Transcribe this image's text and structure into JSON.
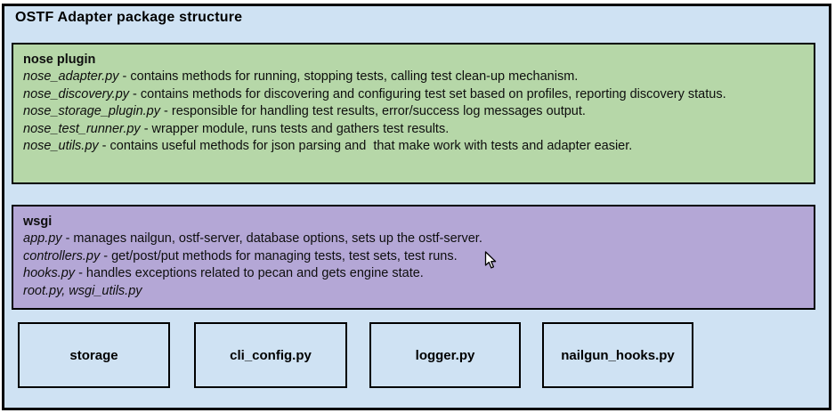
{
  "diagram": {
    "title": "OSTF Adapter package structure",
    "colors": {
      "outer_background": "#cfe2f3",
      "nose_plugin_box": "#b6d7a8",
      "wsgi_box": "#b4a7d6",
      "border": "#000000"
    },
    "nose_plugin": {
      "title": "nose plugin",
      "lines": [
        {
          "file": "nose_adapter.py",
          "desc": " - contains methods for running, stopping tests, calling test clean-up mechanism."
        },
        {
          "file": "nose_discovery.py",
          "desc": " - contains methods for discovering and configuring test set based on profiles, reporting discovery status."
        },
        {
          "file": "nose_storage_plugin.py",
          "desc": " - responsible for handling test results, error/success log messages output."
        },
        {
          "file": "nose_test_runner.py",
          "desc": " - wrapper module, runs tests and gathers test results."
        },
        {
          "file": "nose_utils.py",
          "desc": " - contains useful methods for json parsing and  that make work with tests and adapter easier."
        }
      ]
    },
    "wsgi": {
      "title": "wsgi",
      "lines": [
        {
          "file": "app.py",
          "desc": " - manages nailgun, ostf-server, database options, sets up the ostf-server."
        },
        {
          "file": "controllers.py",
          "desc": " - get/post/put methods for managing tests, test sets, test runs."
        },
        {
          "file": "hooks.py",
          "desc": " - handles exceptions related to pecan and gets engine state."
        },
        {
          "file": "root.py, wsgi_utils.py",
          "desc": ""
        }
      ]
    },
    "modules": [
      {
        "label": "storage"
      },
      {
        "label": "cli_config.py"
      },
      {
        "label": "logger.py"
      },
      {
        "label": "nailgun_hooks.py"
      }
    ]
  }
}
